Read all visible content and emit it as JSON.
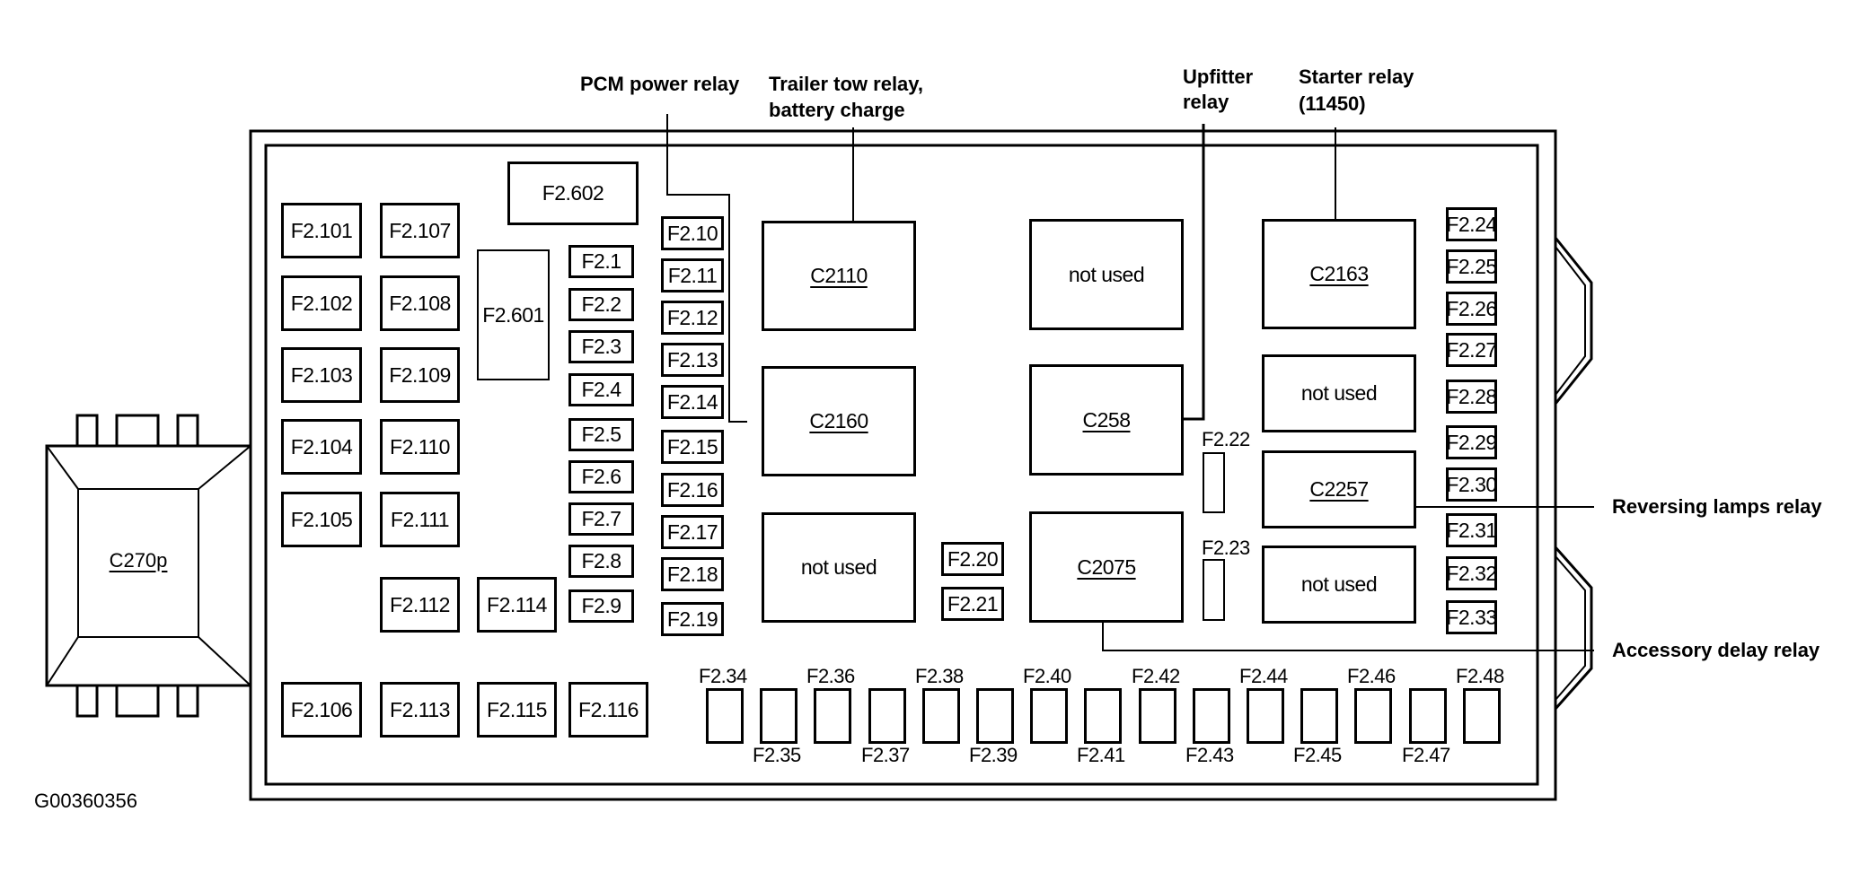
{
  "figure_id": "G00360356",
  "connector": {
    "label": "C270p"
  },
  "callouts": {
    "pcm_power_relay": "PCM power relay",
    "trailer_tow_relay_line1": "Trailer tow relay,",
    "trailer_tow_relay_line2": "battery charge",
    "upfitter_relay_line1": "Upfitter",
    "upfitter_relay_line2": "relay",
    "starter_relay_line1": "Starter relay",
    "starter_relay_line2": "(11450)",
    "reversing_lamps_relay": "Reversing lamps relay",
    "accessory_delay_relay": "Accessory delay relay"
  },
  "maxi_fuses": {
    "col1": [
      "F2.101",
      "F2.102",
      "F2.103",
      "F2.104",
      "F2.105",
      "F2.106"
    ],
    "col2": [
      "F2.107",
      "F2.108",
      "F2.109",
      "F2.110",
      "F2.111",
      "F2.112",
      "F2.113"
    ],
    "f2_114": "F2.114",
    "f2_115": "F2.115",
    "f2_116": "F2.116",
    "f2_601": "F2.601",
    "f2_602": "F2.602"
  },
  "mini_fuses": {
    "col_a": [
      "F2.1",
      "F2.2",
      "F2.3",
      "F2.4",
      "F2.5",
      "F2.6",
      "F2.7",
      "F2.8",
      "F2.9"
    ],
    "col_b": [
      "F2.10",
      "F2.11",
      "F2.12",
      "F2.13",
      "F2.14",
      "F2.15",
      "F2.16",
      "F2.17",
      "F2.18",
      "F2.19"
    ],
    "f2_20": "F2.20",
    "f2_21": "F2.21",
    "f2_22": "F2.22",
    "f2_23": "F2.23",
    "right_col": [
      "F2.24",
      "F2.25",
      "F2.26",
      "F2.27",
      "F2.28",
      "F2.29",
      "F2.30",
      "F2.31",
      "F2.32",
      "F2.33"
    ],
    "bottom_row": [
      "F2.34",
      "F2.35",
      "F2.36",
      "F2.37",
      "F2.38",
      "F2.39",
      "F2.40",
      "F2.41",
      "F2.42",
      "F2.43",
      "F2.44",
      "F2.45",
      "F2.46",
      "F2.47",
      "F2.48"
    ]
  },
  "relays": {
    "c2110": "C2110",
    "c2160": "C2160",
    "not_used_left": "not used",
    "not_used_mid": "not used",
    "c258": "C258",
    "c2075": "C2075",
    "c2163": "C2163",
    "not_used_right_top": "not used",
    "c2257": "C2257",
    "not_used_right_bottom": "not used"
  }
}
